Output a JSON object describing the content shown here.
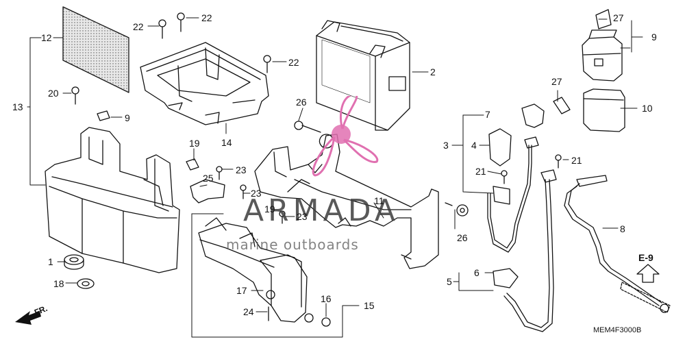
{
  "diagram": {
    "code": "MEM4F3000B",
    "section_ref": "E-9",
    "direction": "FR.",
    "watermark": {
      "brand": "ARMADA",
      "tagline": "marine outboards",
      "brand_color": "#e070b0"
    },
    "callouts": [
      {
        "id": "c1",
        "text": "1"
      },
      {
        "id": "c2",
        "text": "2"
      },
      {
        "id": "c3",
        "text": "3"
      },
      {
        "id": "c4",
        "text": "4"
      },
      {
        "id": "c5",
        "text": "5"
      },
      {
        "id": "c6",
        "text": "6"
      },
      {
        "id": "c7",
        "text": "7"
      },
      {
        "id": "c8",
        "text": "8"
      },
      {
        "id": "c9a",
        "text": "9"
      },
      {
        "id": "c9b",
        "text": "9"
      },
      {
        "id": "c10",
        "text": "10"
      },
      {
        "id": "c11",
        "text": "11"
      },
      {
        "id": "c12",
        "text": "12"
      },
      {
        "id": "c13",
        "text": "13"
      },
      {
        "id": "c14",
        "text": "14"
      },
      {
        "id": "c15",
        "text": "15"
      },
      {
        "id": "c16",
        "text": "16"
      },
      {
        "id": "c17",
        "text": "17"
      },
      {
        "id": "c18",
        "text": "18"
      },
      {
        "id": "c19a",
        "text": "19"
      },
      {
        "id": "c19b",
        "text": "19"
      },
      {
        "id": "c20",
        "text": "20"
      },
      {
        "id": "c21a",
        "text": "21"
      },
      {
        "id": "c21b",
        "text": "21"
      },
      {
        "id": "c22a",
        "text": "22"
      },
      {
        "id": "c22b",
        "text": "22"
      },
      {
        "id": "c22c",
        "text": "22"
      },
      {
        "id": "c23a",
        "text": "23"
      },
      {
        "id": "c23b",
        "text": "23"
      },
      {
        "id": "c23c",
        "text": "23"
      },
      {
        "id": "c24",
        "text": "24"
      },
      {
        "id": "c25",
        "text": "25"
      },
      {
        "id": "c26a",
        "text": "26"
      },
      {
        "id": "c26b",
        "text": "26"
      },
      {
        "id": "c27a",
        "text": "27"
      },
      {
        "id": "c27b",
        "text": "27"
      }
    ]
  }
}
